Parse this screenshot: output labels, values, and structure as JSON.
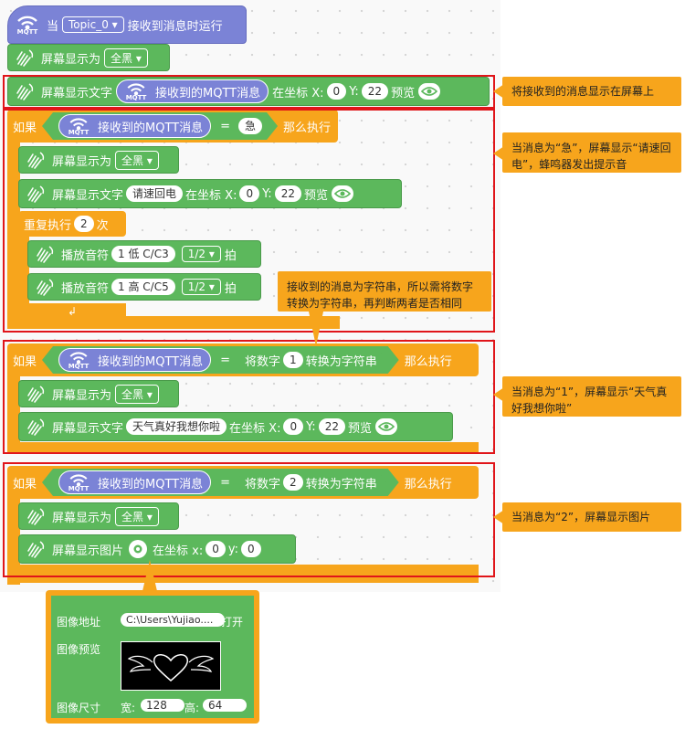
{
  "hat": {
    "prefix": "当",
    "topic": "Topic_0 ▾",
    "suffix": "接收到消息时运行"
  },
  "mqtt_label": "MQTT",
  "received_msg": "接收到的MQTT消息",
  "screen_show": "屏幕显示为",
  "screen_text": "屏幕显示文字",
  "all_black": "全黑 ▾",
  "at_coord": "在坐标 X:",
  "y_label": "Y:",
  "preview": "预览",
  "x_zero": "0",
  "y_22": "22",
  "if_label": "如果",
  "then_label": "那么执行",
  "eq": "=",
  "urgent": "急",
  "text_call": "请速回电",
  "repeat": {
    "label": "重复执行",
    "count": "2",
    "unit": "次"
  },
  "play": {
    "label": "播放音符",
    "note1": "1 低 C/C3",
    "note2": "1 高 C/C5",
    "beat": "1/2 ▾",
    "unit": "拍"
  },
  "convert": {
    "prefix": "将数字",
    "n1": "1",
    "n2": "2",
    "suffix": "转换为字符串"
  },
  "text_weather": "天气真好我想你啦",
  "screen_image": "屏幕显示图片",
  "at_coord_lower": "在坐标 x:",
  "y_lower": "y:",
  "loop_arrow": "↲",
  "notes": {
    "n1": "将接收到的消息显示在屏幕上",
    "n2": "当消息为“急”，屏幕显示“请速回电”，蜂鸣器发出提示音",
    "n3": "接收到的消息为字符串，所以需将数字转换为字符串，再判断两者是否相同",
    "n4": "当消息为“1”，屏幕显示“天气真好我想你啦”",
    "n5": "当消息为“2”，屏幕显示图片"
  },
  "image_panel": {
    "addr_label": "图像地址",
    "path": "C:\\Users\\Yujiao....",
    "open": "打开",
    "preview_label": "图像预览",
    "size_label": "图像尺寸",
    "w_label": "宽:",
    "w": "128",
    "h_label": "高:",
    "h": "64"
  },
  "colors": {
    "block_green": "#5cb85c",
    "block_purple": "#7b83d6",
    "control_orange": "#f7a51c",
    "highlight_red": "#e0151a"
  }
}
